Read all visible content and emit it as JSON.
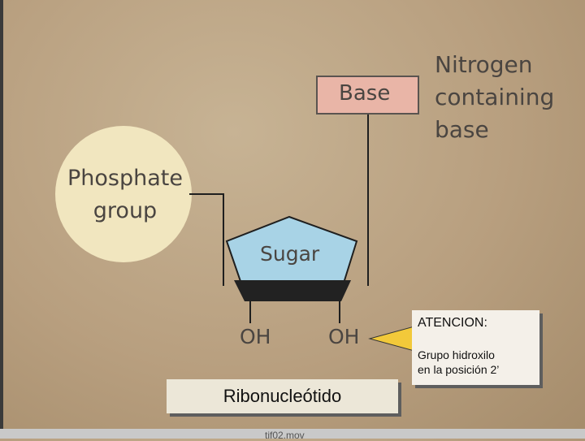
{
  "labels": {
    "nitrogen": "Nitrogen\ncontaining\nbase",
    "base": "Base",
    "phosphate": "Phosphate\ngroup",
    "sugar": "Sugar",
    "oh_left": "OH",
    "oh_right": "OH"
  },
  "callout": {
    "heading": "ATENCION:",
    "body": "Grupo hidroxilo\nen la posición 2’"
  },
  "caption": "Ribonucleótido",
  "footer": "tif02.mov",
  "colors": {
    "phosphate_fill": "#f1e6bf",
    "sugar_fill": "#a8d3e6",
    "base_fill": "#e9b5a7",
    "pointer_fill": "#f2c93a"
  }
}
